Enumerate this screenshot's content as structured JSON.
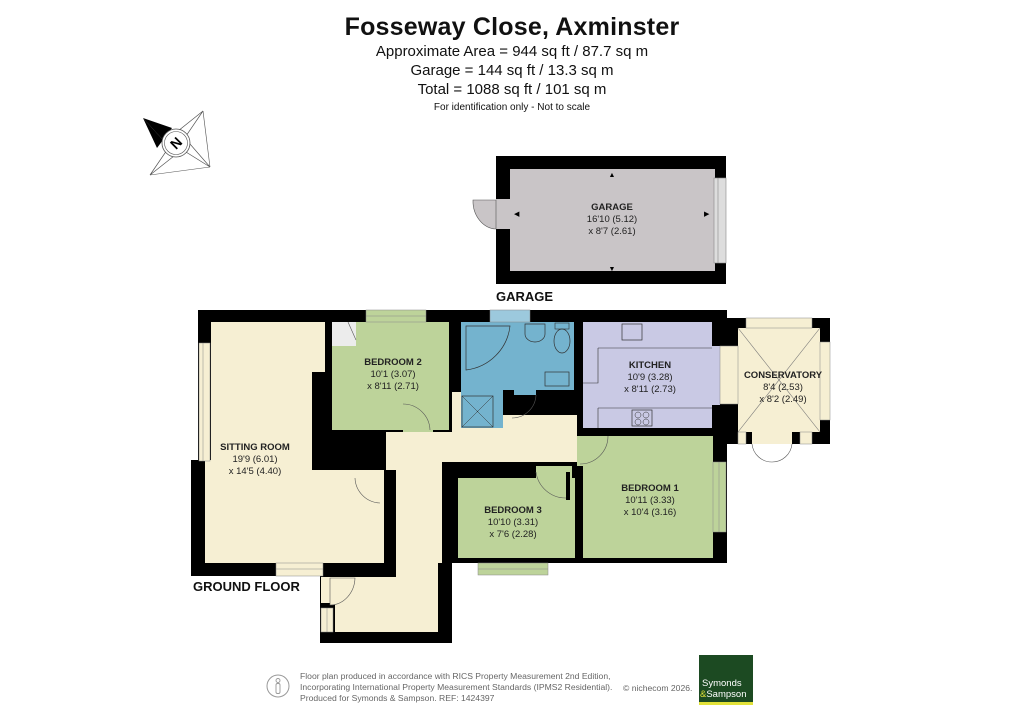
{
  "header": {
    "title": "Fosseway Close, Axminster",
    "approx_area": "Approximate Area = 944 sq ft / 87.7 sq m",
    "garage_area": "Garage = 144 sq ft / 13.3 sq m",
    "total_area": "Total = 1088 sq ft / 101 sq m",
    "disclaimer": "For identification only - Not to scale"
  },
  "compass": {
    "icon": "compass-north-icon",
    "letter": "N"
  },
  "floors": [
    {
      "label": "GARAGE"
    },
    {
      "label": "GROUND FLOOR"
    }
  ],
  "rooms": {
    "garage": {
      "name": "GARAGE",
      "dim1": "16'10 (5.12)",
      "dim2": "x 8'7 (2.61)"
    },
    "sitting_room": {
      "name": "SITTING ROOM",
      "dim1": "19'9 (6.01)",
      "dim2": "x 14'5 (4.40)"
    },
    "bedroom2": {
      "name": "BEDROOM 2",
      "dim1": "10'1 (3.07)",
      "dim2": "x 8'11 (2.71)"
    },
    "kitchen": {
      "name": "KITCHEN",
      "dim1": "10'9 (3.28)",
      "dim2": "x 8'11 (2.73)"
    },
    "conservatory": {
      "name": "CONSERVATORY",
      "dim1": "8'4 (2.53)",
      "dim2": "x 8'2 (2.49)"
    },
    "bedroom1": {
      "name": "BEDROOM 1",
      "dim1": "10'11 (3.33)",
      "dim2": "x 10'4 (3.16)"
    },
    "bedroom3": {
      "name": "BEDROOM 3",
      "dim1": "10'10 (3.31)",
      "dim2": "x 7'6 (2.28)"
    }
  },
  "colors": {
    "wall": "#000000",
    "garage_fill": "#c9c5c7",
    "living_fill": "#f6efd3",
    "bedroom_fill": "#bdd39a",
    "bathroom_fill": "#74b3ce",
    "kitchen_fill": "#c9c9e4",
    "cupboard_fill": "#ececec",
    "logo_bg": "#1c4a22",
    "logo_accent": "#e2e23a"
  },
  "footer": {
    "line1": "Floor plan produced in accordance with RICS Property Measurement 2nd Edition,",
    "line2": "Incorporating International Property Measurement Standards (IPMS2 Residential).",
    "line3": "Produced for Symonds & Sampson.   REF:  1424397",
    "copyright": "© nichecom 2026.",
    "icon": "person-scale-icon"
  },
  "logo": {
    "line1": "Symonds",
    "amp": "&",
    "line2": "Sampson"
  }
}
